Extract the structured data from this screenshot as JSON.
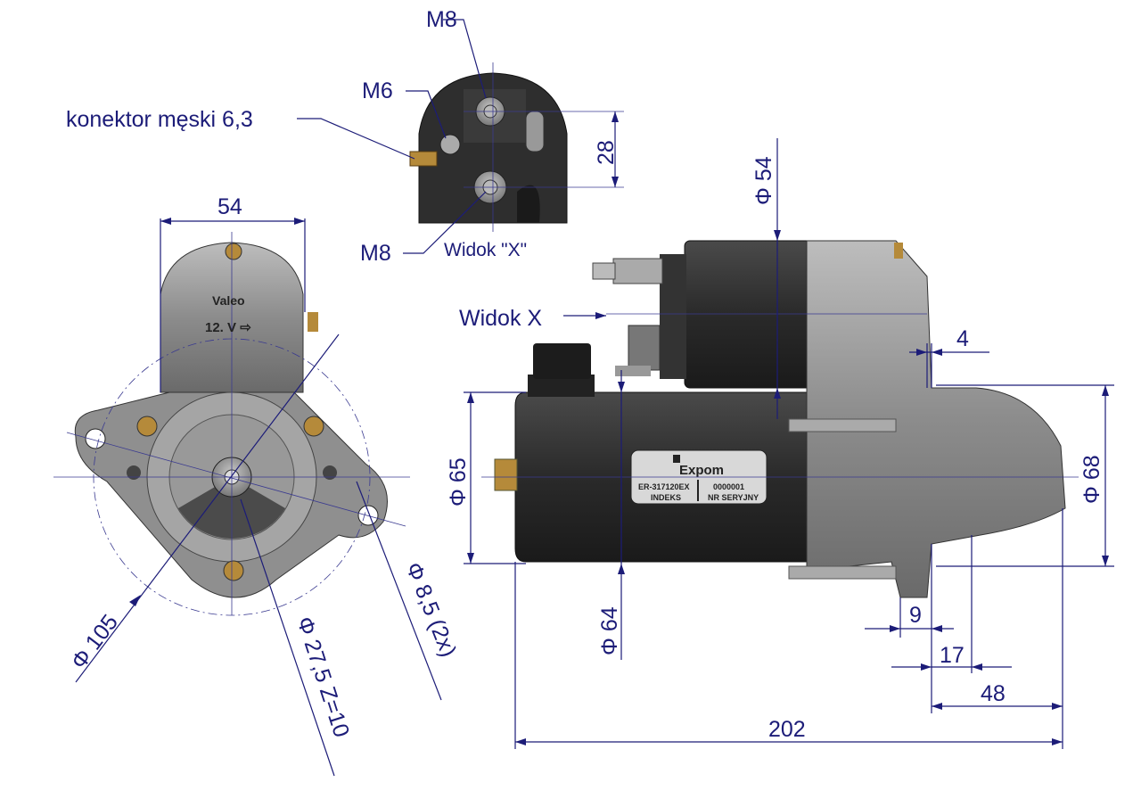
{
  "title": "Starter motor dimensional drawing",
  "top_view": {
    "m8_top": "M8",
    "m6": "M6",
    "connector": "konektor męski 6,3",
    "dim_28": "28",
    "m8_bottom": "M8",
    "view_caption": "Widok \"X\""
  },
  "front_view": {
    "dim_54": "54",
    "brand": "Valeo",
    "voltage": "12. V ⇨",
    "dim_105": "Φ 105",
    "dim_pinion": "Φ 27,5 Z=10",
    "dim_holes": "Φ 8,5 (2x)"
  },
  "side_view": {
    "dim_54": "Φ 54",
    "view_x": "Widok X",
    "dim_4": "4",
    "dim_68": "Φ 68",
    "dim_65": "Φ 65",
    "dim_64": "Φ 64",
    "dim_9": "9",
    "dim_17": "17",
    "dim_48": "48",
    "dim_202": "202"
  },
  "plate": {
    "logo": "Expom",
    "index_value": "ER-317120EX",
    "index_label": "INDEKS",
    "serial_value": "0000001",
    "serial_label": "NR SERYJNY"
  },
  "colors": {
    "dimension": "#1c1c78",
    "body": "#2b2b2b",
    "housing": "#9a9a9a"
  }
}
